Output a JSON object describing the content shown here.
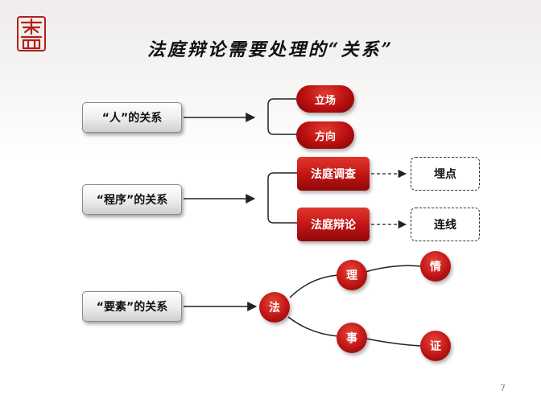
{
  "title": "法庭辩论需要处理的“关系”",
  "page_number": "7",
  "relations": {
    "people": "“人”的关系",
    "procedure": "“程序”的关系",
    "elements": "“要素”的关系"
  },
  "people_branch": [
    "立场",
    "方向"
  ],
  "procedure_branch": [
    "法庭调查",
    "法庭辩论"
  ],
  "procedure_targets": [
    "埋点",
    "连线"
  ],
  "elements_tree": {
    "root": "法",
    "mid": [
      "理",
      "事"
    ],
    "leaf": [
      "情",
      "证"
    ]
  },
  "colors": {
    "accent": "#c01414",
    "line": "#222222"
  }
}
